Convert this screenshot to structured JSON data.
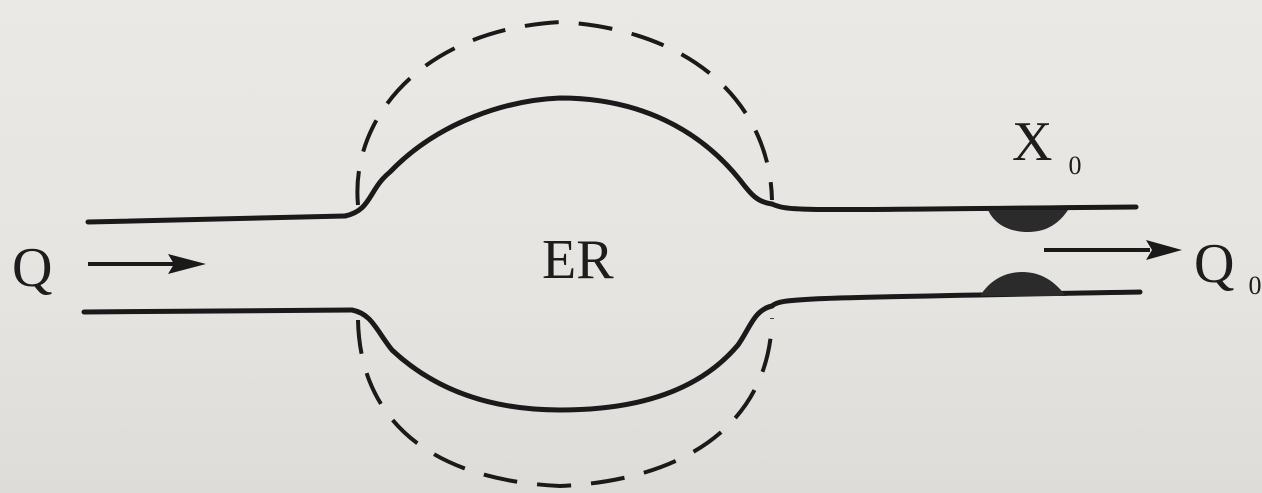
{
  "labels": {
    "inflow": "Q",
    "outflow_main": "Q",
    "outflow_sub": "0",
    "deposit_main": "X",
    "deposit_sub": "0",
    "chamber": "ER"
  },
  "colors": {
    "line": "#1a1a1a",
    "deposit": "#2b2b2b",
    "background": "#e8e6e2"
  },
  "line_styles": {
    "chamber_wall": "solid",
    "expanded_outline": "dashed"
  }
}
